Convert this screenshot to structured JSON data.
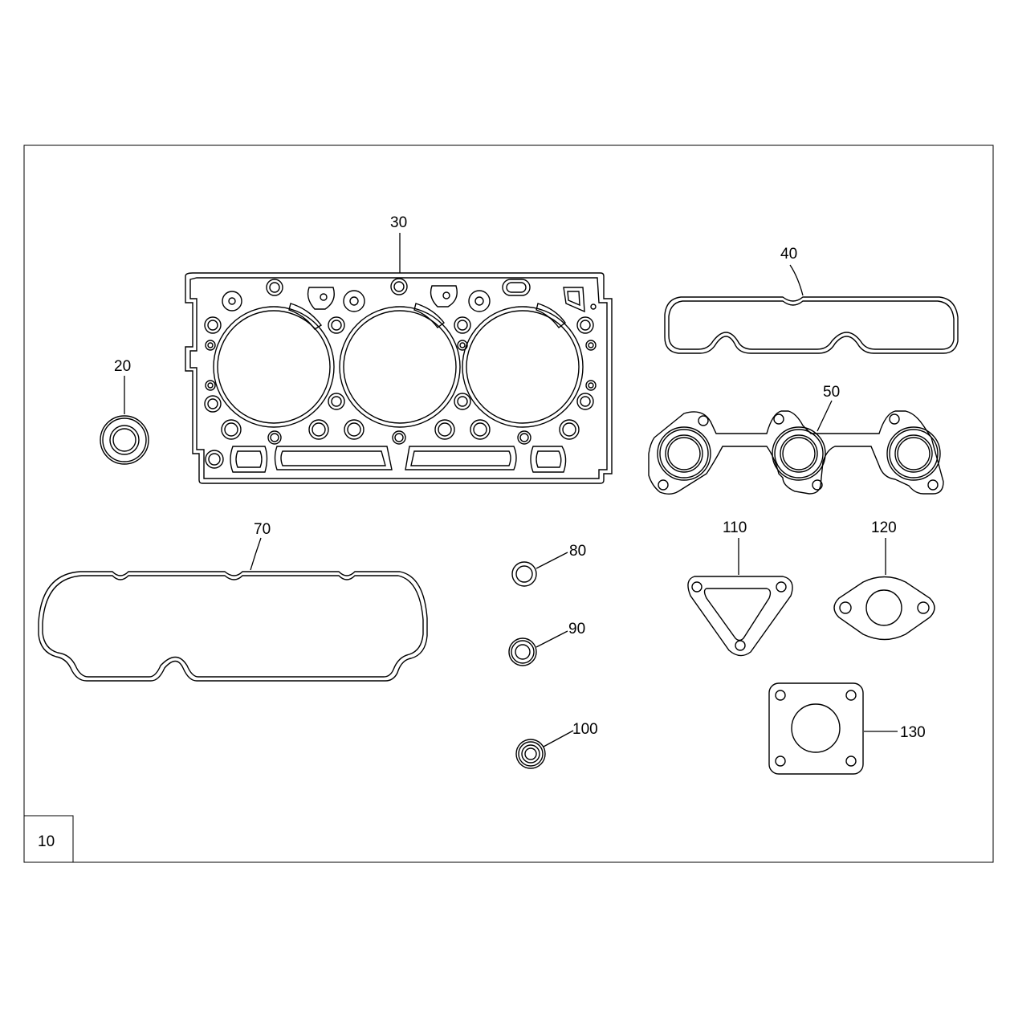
{
  "sheet_number": "10",
  "parts": [
    {
      "id": "gasket-kit",
      "label": "10"
    },
    {
      "id": "seal-ring",
      "label": "20"
    },
    {
      "id": "cylinder-head-gasket",
      "label": "30"
    },
    {
      "id": "valve-cover-gasket",
      "label": "40"
    },
    {
      "id": "exhaust-manifold-gasket",
      "label": "50"
    },
    {
      "id": "oil-pan-gasket",
      "label": "70"
    },
    {
      "id": "o-ring-small",
      "label": "80"
    },
    {
      "id": "seal-washer",
      "label": "90"
    },
    {
      "id": "oil-seal",
      "label": "100"
    },
    {
      "id": "thermostat-gasket",
      "label": "110"
    },
    {
      "id": "oval-flange-gasket",
      "label": "120"
    },
    {
      "id": "square-flange-gasket",
      "label": "130"
    }
  ],
  "colors": {
    "line": "#000000",
    "background": "#ffffff"
  }
}
